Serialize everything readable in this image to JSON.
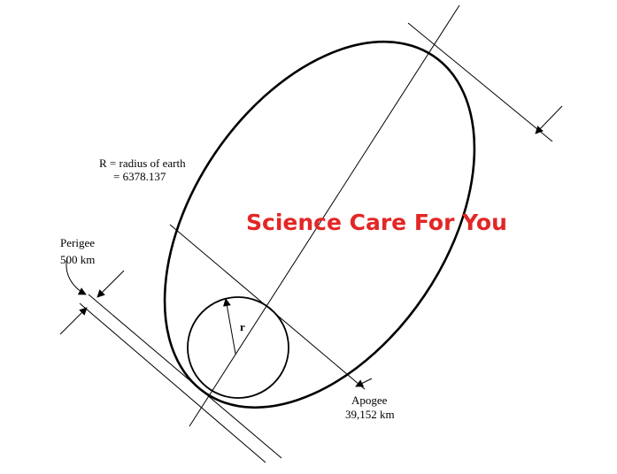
{
  "labels": {
    "radius_line1": "R = radius of earth",
    "radius_line2": "= 6378.137",
    "perigee_title": "Perigee",
    "perigee_value": "500 km",
    "apogee_title": "Apogee",
    "apogee_value": "39,152 km",
    "radius_symbol": "r"
  },
  "watermark": {
    "text": "Science Care For You",
    "color": "#e32626"
  }
}
